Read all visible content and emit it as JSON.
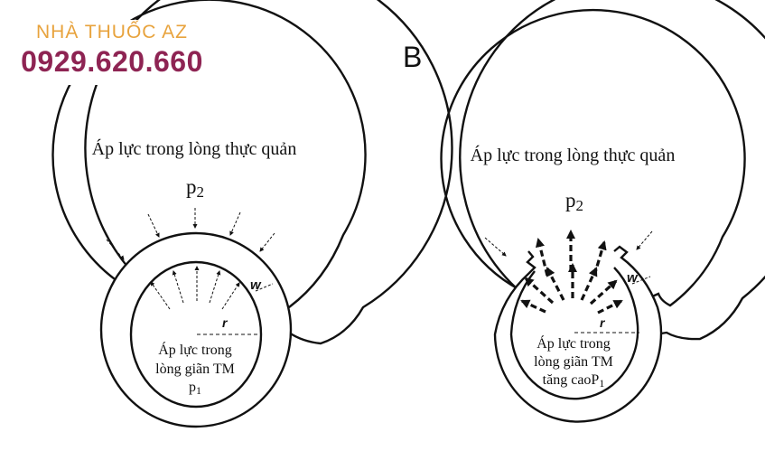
{
  "watermark": {
    "name": "NHÀ THUỐC AZ",
    "phone": "0929.620.660"
  },
  "panel_b": {
    "letter": "B"
  },
  "panel_a": {
    "esophagus_label": "Áp lực trong lòng thực quản",
    "p2_main": "p",
    "p2_sub": "2",
    "vein_line1": "Áp lực trong",
    "vein_line2": "lòng giãn TM",
    "p1_main": "p",
    "p1_sub": "1",
    "w_label": "w",
    "r_label": "r"
  },
  "panel_b_labels": {
    "esophagus_label": "Áp lực trong lòng thực quản",
    "p2_main": "p",
    "p2_sub": "2",
    "vein_line1": "Áp lực trong",
    "vein_line2": "lòng giãn TM",
    "vein_line3": "tăng cao",
    "p1_main": "P",
    "p1_sub": "1",
    "w_label": "w",
    "r_label": "r"
  },
  "colors": {
    "brand_name": "#e8a33d",
    "brand_phone": "#8e2453",
    "ink": "#111111"
  }
}
